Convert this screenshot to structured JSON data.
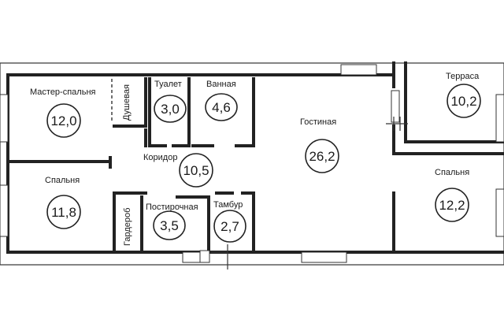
{
  "rooms": {
    "master_bedroom": {
      "label": "Мастер-спальня",
      "area": "12,0"
    },
    "shower": {
      "label": "Душевая"
    },
    "toilet": {
      "label": "Туалет",
      "area": "3,0"
    },
    "bathroom": {
      "label": "Ванная",
      "area": "4,6"
    },
    "living_room": {
      "label": "Гостиная",
      "area": "26,2"
    },
    "terrace": {
      "label": "Терраса",
      "area": "10,2"
    },
    "corridor": {
      "label": "Коридор",
      "area": "10,5"
    },
    "bedroom_left": {
      "label": "Спальня",
      "area": "11,8"
    },
    "bedroom_right": {
      "label": "Спальня",
      "area": "12,2"
    },
    "wardrobe": {
      "label": "Гардероб"
    },
    "laundry": {
      "label": "Постирочная",
      "area": "3,5"
    },
    "vestibule": {
      "label": "Тамбур",
      "area": "2,7"
    }
  }
}
